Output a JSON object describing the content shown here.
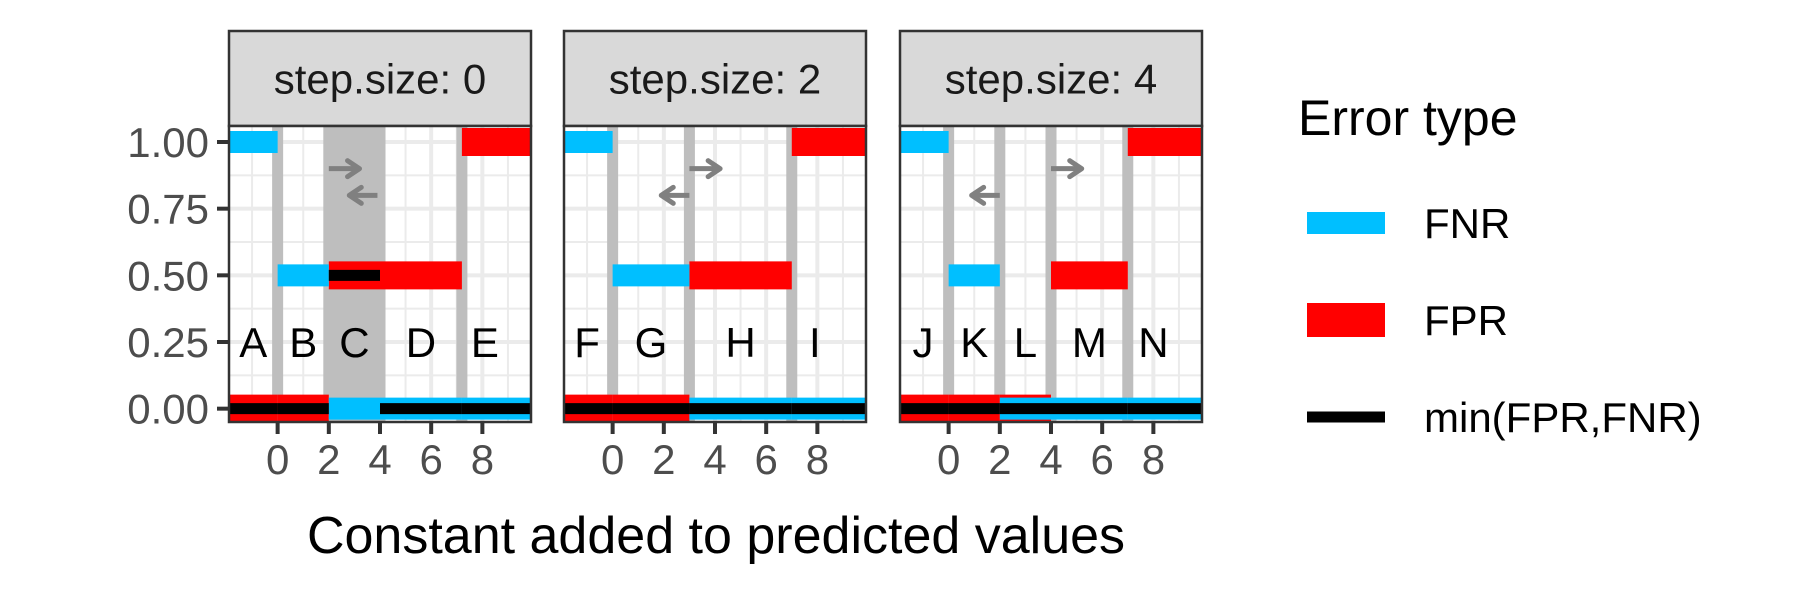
{
  "chart_data": {
    "type": "faceted-segment",
    "xlabel": "Constant added to predicted values",
    "ylabel": "",
    "x_ticks": [
      0,
      2,
      4,
      6,
      8
    ],
    "y_ticks": [
      "0.00",
      "0.25",
      "0.50",
      "0.75",
      "1.00"
    ],
    "y_tick_values": [
      0,
      0.25,
      0.5,
      0.75,
      1
    ],
    "xlim": [
      -1.9,
      9.9
    ],
    "ylim": [
      -0.05,
      1.06
    ],
    "grid": true,
    "legend_placement": "right",
    "legend": {
      "title": "Error type",
      "entries": [
        {
          "label": "FNR",
          "color": "#00BFFF"
        },
        {
          "label": "FPR",
          "color": "#FF0000"
        },
        {
          "label": "min(FPR,FNR)",
          "color": "#000000"
        }
      ]
    },
    "colors": {
      "FNR": "#00BFFF",
      "FPR": "#FF0000",
      "min": "#000000",
      "threshold": "#BEBEBE",
      "arrow": "#808080",
      "strip_bg": "#D9D9D9",
      "grid": "#EBEBEB"
    },
    "panels": [
      {
        "strip": "step.size: 0",
        "thresholds": [
          0,
          2,
          4,
          7.2
        ],
        "shaded_interval": [
          2,
          4
        ],
        "FNR": [
          [
            -1.9,
            0,
            1.0
          ],
          [
            0,
            2,
            0.5
          ],
          [
            2,
            4,
            0
          ],
          [
            4,
            7.2,
            0
          ],
          [
            7.2,
            9.9,
            0
          ]
        ],
        "FPR": [
          [
            -1.9,
            0,
            0
          ],
          [
            0,
            2,
            0
          ],
          [
            2,
            4,
            0.5
          ],
          [
            4,
            7.2,
            0.5
          ],
          [
            7.2,
            9.9,
            1.0
          ]
        ],
        "min": [
          [
            -1.9,
            0,
            0
          ],
          [
            0,
            2,
            0
          ],
          [
            2,
            4,
            0.5
          ],
          [
            4,
            7.2,
            0
          ],
          [
            7.2,
            9.9,
            0
          ]
        ],
        "arrows": [
          [
            2,
            3.2,
            0.9
          ],
          [
            3.9,
            2.8,
            0.8
          ]
        ],
        "regions": [
          {
            "label": "A",
            "x": -0.95
          },
          {
            "label": "B",
            "x": 1
          },
          {
            "label": "C",
            "x": 3
          },
          {
            "label": "D",
            "x": 5.6
          },
          {
            "label": "E",
            "x": 8.1
          }
        ]
      },
      {
        "strip": "step.size: 2",
        "thresholds": [
          0,
          3,
          7
        ],
        "shaded_interval": null,
        "FNR": [
          [
            -1.9,
            0,
            1.0
          ],
          [
            0,
            3,
            0.5
          ],
          [
            3,
            7,
            0
          ],
          [
            7,
            9.9,
            0
          ]
        ],
        "FPR": [
          [
            -1.9,
            0,
            0
          ],
          [
            0,
            3,
            0
          ],
          [
            3,
            7,
            0.5
          ],
          [
            7,
            9.9,
            1.0
          ]
        ],
        "min": [
          [
            -1.9,
            0,
            0
          ],
          [
            0,
            3,
            0
          ],
          [
            3,
            7,
            0
          ],
          [
            7,
            9.9,
            0
          ]
        ],
        "arrows": [
          [
            3,
            4.2,
            0.9
          ],
          [
            3,
            1.9,
            0.8
          ]
        ],
        "regions": [
          {
            "label": "F",
            "x": -1
          },
          {
            "label": "G",
            "x": 1.5
          },
          {
            "label": "H",
            "x": 5
          },
          {
            "label": "I",
            "x": 7.9
          }
        ]
      },
      {
        "strip": "step.size: 4",
        "thresholds": [
          0,
          2,
          4,
          7
        ],
        "shaded_interval": null,
        "FNR": [
          [
            -1.9,
            0,
            1.0
          ],
          [
            0,
            2,
            0.5
          ],
          [
            2,
            4,
            0
          ],
          [
            4,
            7,
            0
          ],
          [
            7,
            9.9,
            0
          ]
        ],
        "FPR": [
          [
            -1.9,
            0,
            0
          ],
          [
            0,
            2,
            0
          ],
          [
            2,
            4,
            0
          ],
          [
            4,
            7,
            0.5
          ],
          [
            7,
            9.9,
            1.0
          ]
        ],
        "min": [
          [
            -1.9,
            0,
            0
          ],
          [
            0,
            2,
            0
          ],
          [
            2,
            4,
            0
          ],
          [
            4,
            7,
            0
          ],
          [
            7,
            9.9,
            0
          ]
        ],
        "arrows": [
          [
            4,
            5.2,
            0.9
          ],
          [
            2,
            0.9,
            0.8
          ]
        ],
        "regions": [
          {
            "label": "J",
            "x": -1
          },
          {
            "label": "K",
            "x": 1
          },
          {
            "label": "L",
            "x": 3
          },
          {
            "label": "M",
            "x": 5.5
          },
          {
            "label": "N",
            "x": 8
          }
        ]
      }
    ]
  }
}
